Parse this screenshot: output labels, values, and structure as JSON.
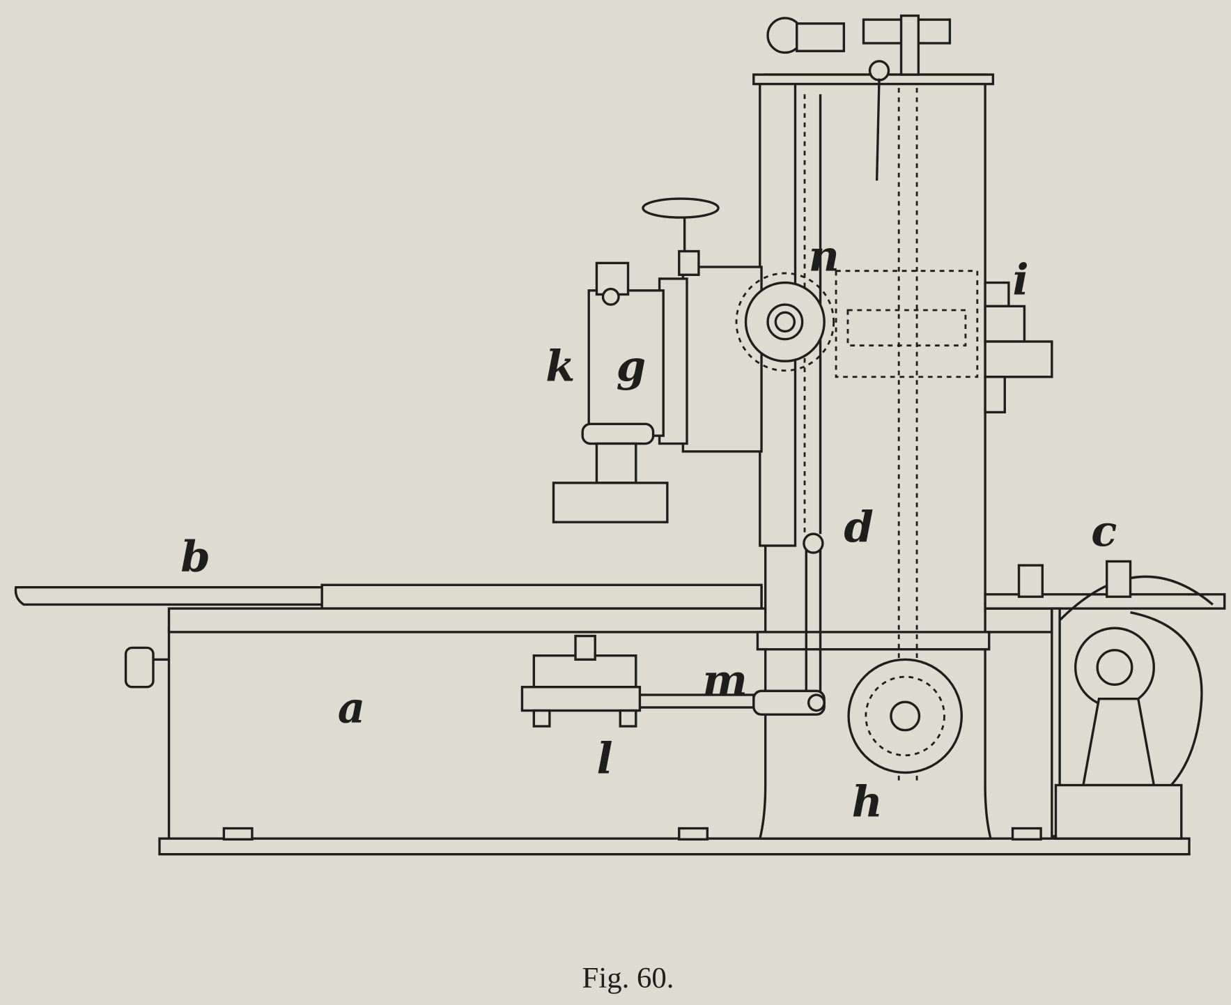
{
  "figure": {
    "caption": "Fig. 60.",
    "labels": {
      "a": "a",
      "b": "b",
      "c": "c",
      "d": "d",
      "g": "g",
      "h": "h",
      "i": "i",
      "k": "k",
      "l": "l",
      "m": "m",
      "n": "n"
    }
  }
}
